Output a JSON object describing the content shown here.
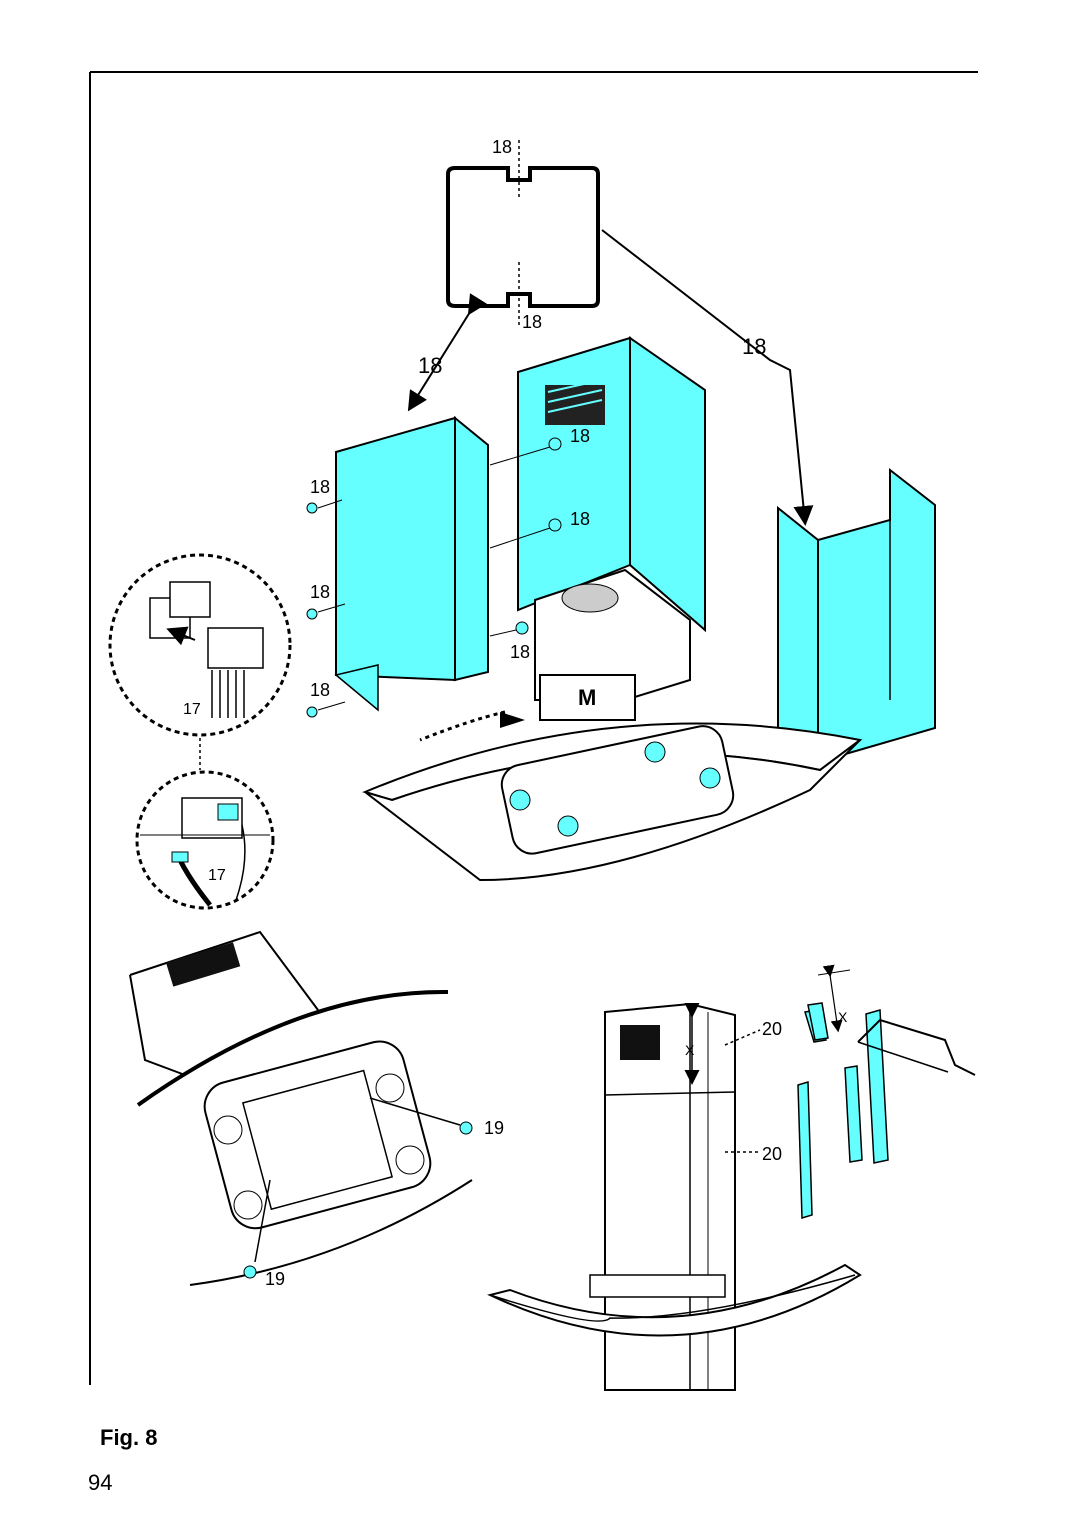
{
  "figure": {
    "caption": "Fig. 8",
    "page_number": "94"
  },
  "callouts": {
    "duct_top": "18",
    "duct_bottom": "18",
    "arrow_left": "18",
    "arrow_right": "18",
    "screw_inner_1": "18",
    "screw_inner_2": "18",
    "screw_inner_3": "18",
    "screw_left_1": "18",
    "screw_left_2": "18",
    "screw_left_3": "18",
    "connector_upper": "17",
    "connector_lower": "17",
    "motor": "M",
    "filter_screw_1": "19",
    "filter_screw_2": "19",
    "trim_upper": "20",
    "trim_lower": "20",
    "dim_x_cut": "X",
    "dim_x_hood": "X"
  },
  "colors": {
    "panel_fill": "#66ffff",
    "line": "#000000",
    "background": "#ffffff"
  }
}
